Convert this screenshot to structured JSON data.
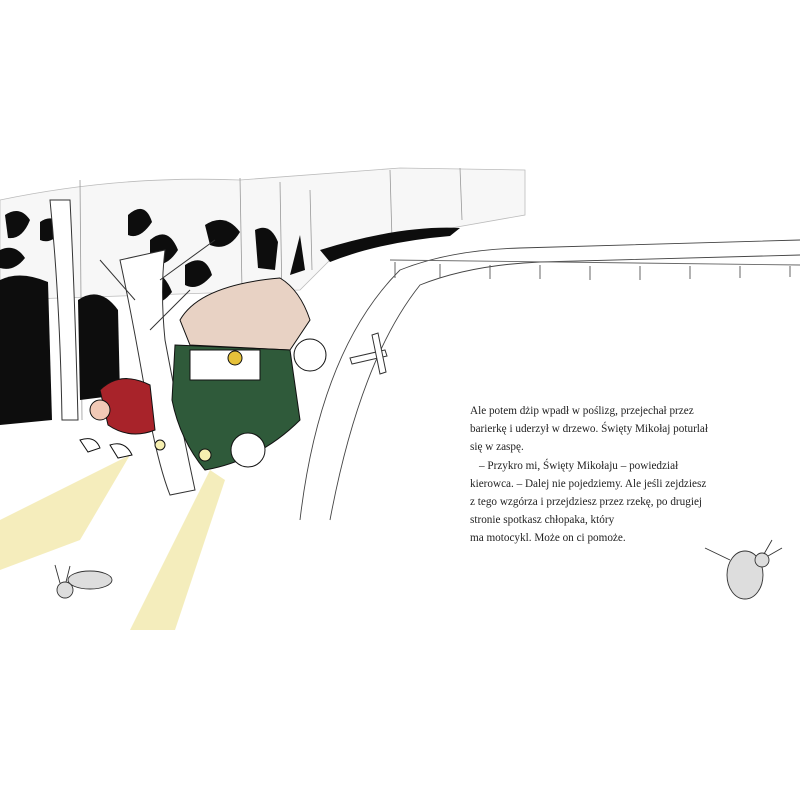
{
  "page": {
    "story_lines": [
      "Ale potem dżip wpadł w poślizg, przejechał przez",
      "barierkę i uderzył w drzewo. Święty Mikołaj poturlał",
      "się w zaspę.",
      "– Przykro mi, Święty Mikołaju – powiedział",
      "kierowca. – Dalej nie pojedziemy. Ale jeśli zejdziesz",
      "z tego wzgórza i przejdziesz przez rzekę, po drugiej",
      "stronie spotkasz chłopaka, który",
      "ma motocykl. Może on ci pomoże."
    ]
  },
  "colors": {
    "jeep_green": "#2f5a3a",
    "jeep_roof": "#e8d2c4",
    "santa_red": "#a8232a",
    "headlight_yellow": "#f1e7a6",
    "ink": "#111111"
  }
}
